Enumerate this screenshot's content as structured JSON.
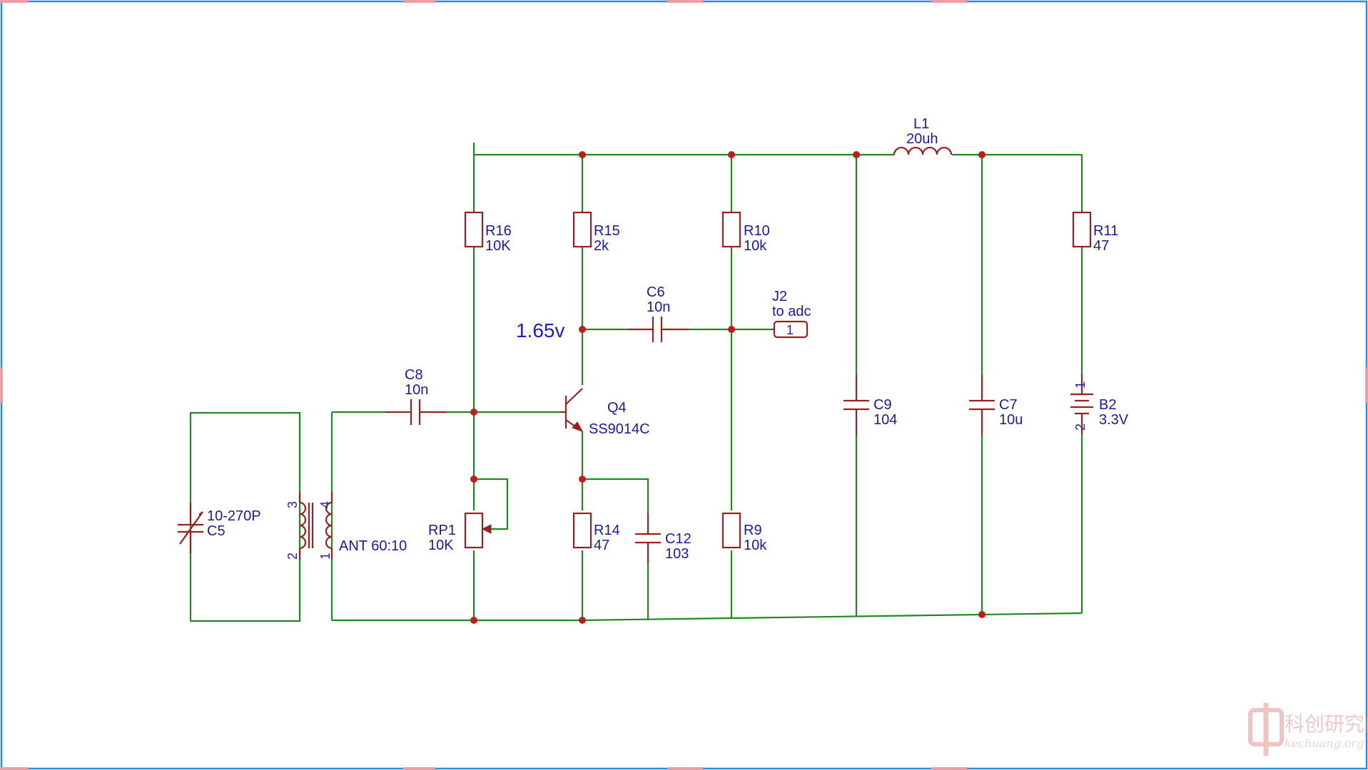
{
  "voltage_note": "1.65v",
  "components": {
    "R16": {
      "ref": "R16",
      "value": "10K"
    },
    "R15": {
      "ref": "R15",
      "value": "2k"
    },
    "R10": {
      "ref": "R10",
      "value": "10k"
    },
    "R11": {
      "ref": "R11",
      "value": "47"
    },
    "L1": {
      "ref": "L1",
      "value": "20uh"
    },
    "C6": {
      "ref": "C6",
      "value": "10n"
    },
    "J2": {
      "ref": "J2",
      "value": "to adc",
      "pin": "1"
    },
    "C8": {
      "ref": "C8",
      "value": "10n"
    },
    "Q4": {
      "ref": "Q4",
      "value": "SS9014C"
    },
    "C9": {
      "ref": "C9",
      "value": "104"
    },
    "C7": {
      "ref": "C7",
      "value": "10u"
    },
    "B2": {
      "ref": "B2",
      "value": "3.3V",
      "pin1": "1",
      "pin2": "2"
    },
    "C5": {
      "ref": "C5",
      "value": "10-270P"
    },
    "T1": {
      "value": "ANT 60:10",
      "pins": [
        "3",
        "2",
        "4",
        "1"
      ]
    },
    "RP1": {
      "ref": "RP1",
      "value": "10K"
    },
    "R14": {
      "ref": "R14",
      "value": "47"
    },
    "C12": {
      "ref": "C12",
      "value": "103"
    },
    "R9": {
      "ref": "R9",
      "value": "10k"
    }
  },
  "watermark": {
    "main": "科创研究院",
    "sub": "kechuang.org"
  },
  "colors": {
    "wire": "#1e8a1e",
    "part": "#9a1f1f",
    "junction": "#c21b1b",
    "label": "#1a1a9c",
    "voltage": "#1c1cd0",
    "border": "#2a8fd6"
  }
}
